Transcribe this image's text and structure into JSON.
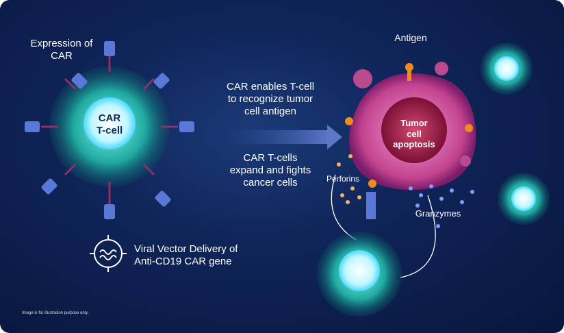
{
  "labels": {
    "expression_of_car": [
      "Expression of",
      "CAR"
    ],
    "car_tcell": [
      "CAR",
      "T-cell"
    ],
    "car_enables": [
      "CAR enables T-cell",
      "to recognize tumor",
      "cell antigen"
    ],
    "expand": [
      "CAR T-cells",
      "expand and fights",
      "cancer cells"
    ],
    "viral_vector": [
      "Viral Vector Delivery of",
      "Anti-CD19 CAR gene"
    ],
    "antigen": "Antigen",
    "tumor": [
      "Tumor",
      "cell",
      "apoptosis"
    ],
    "perforins": "Perforins",
    "granzymes": "Granzymes",
    "disclaimer": "Image is for illustration purpose only."
  },
  "colors": {
    "background": "#0f2458",
    "tcell": "#2fd3c3",
    "tumor": "#e0559a",
    "antigen": "#f08a1c"
  }
}
